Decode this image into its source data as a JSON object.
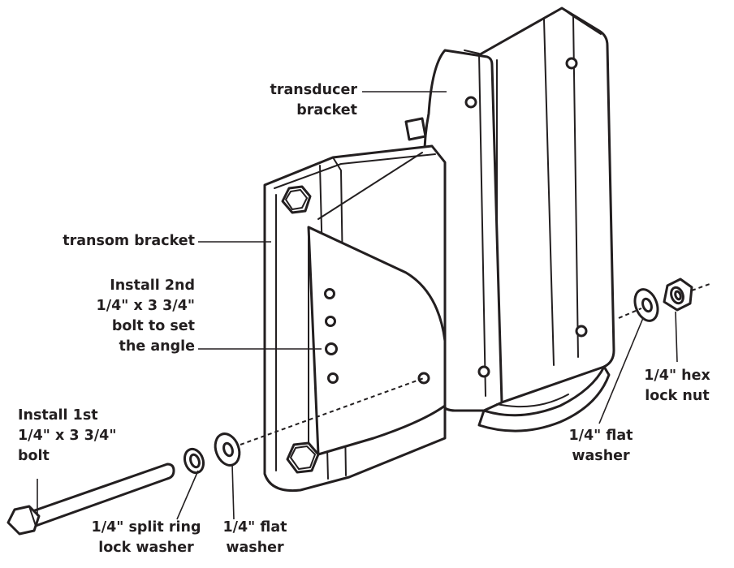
{
  "labels": {
    "transducer_bracket": [
      "transducer",
      "bracket"
    ],
    "transom_bracket": [
      "transom bracket"
    ],
    "install_2nd": [
      "Install 2nd",
      "1/4\" x 3 3/4\"",
      "bolt to set",
      "the angle"
    ],
    "install_1st": [
      "Install 1st",
      "1/4\" x 3 3/4\"",
      "bolt"
    ],
    "split_ring_lock_washer": [
      "1/4\" split ring",
      "lock washer"
    ],
    "flat_washer_left": [
      "1/4\" flat",
      "washer"
    ],
    "flat_washer_right": [
      "1/4\" flat",
      "washer"
    ],
    "hex_lock_nut": [
      "1/4\" hex",
      "lock nut"
    ]
  },
  "colors": {
    "ink": "#231f20",
    "fill": "#ffffff",
    "shade": "#e6e6e6"
  }
}
